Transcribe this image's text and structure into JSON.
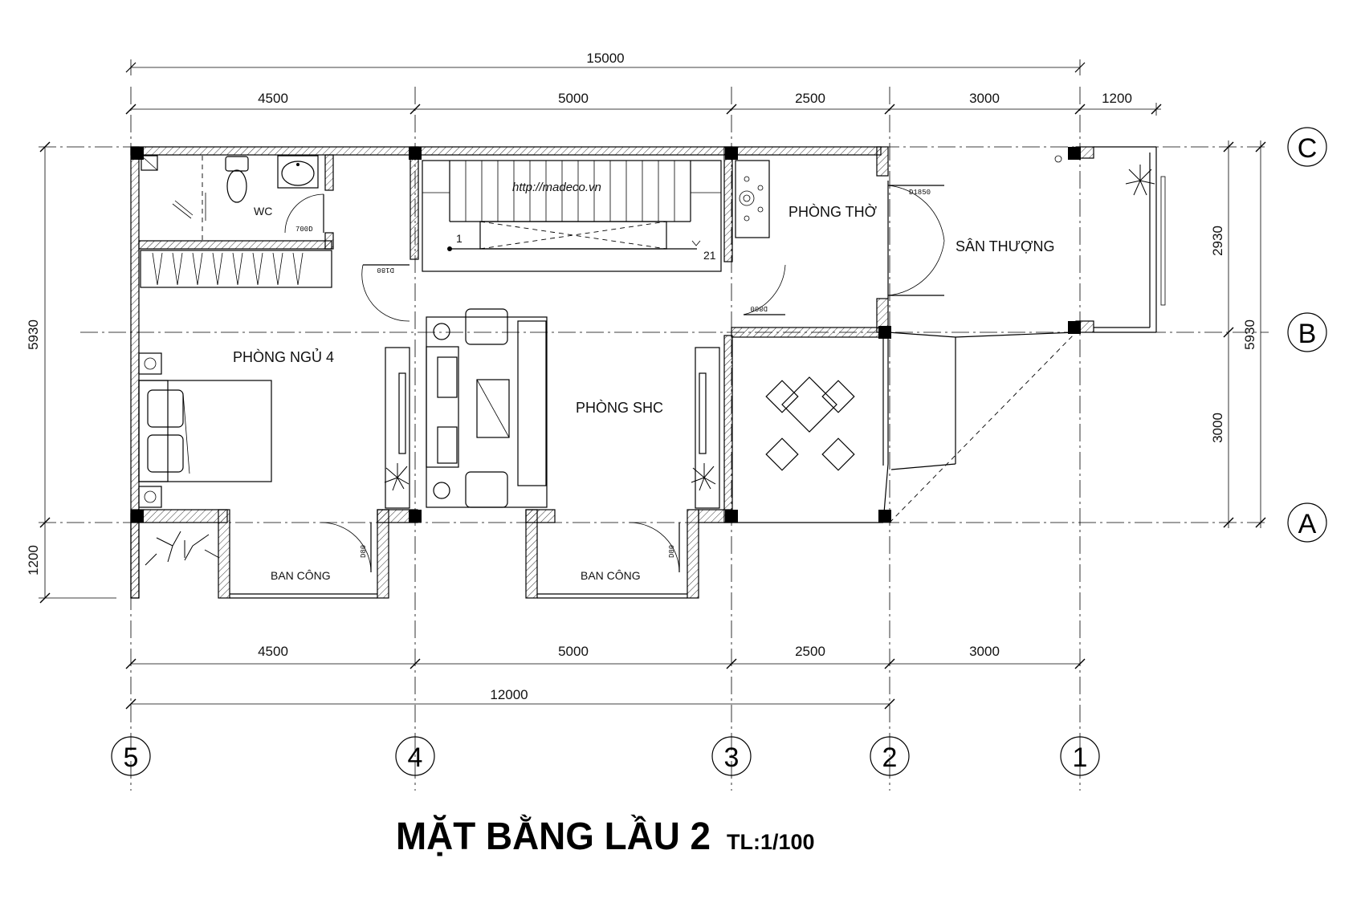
{
  "title": "MẶT BẰNG LẦU 2",
  "scale": "TL:1/100",
  "watermark": "http://madeco.vn",
  "dimensions": {
    "top_total": "15000",
    "top": [
      "4500",
      "5000",
      "2500",
      "3000",
      "1200"
    ],
    "bottom": [
      "4500",
      "5000",
      "2500",
      "3000"
    ],
    "bottom_total": "12000",
    "left_total": "5930",
    "left_balcony": "1200",
    "right_upper": "2930",
    "right_lower": "3000",
    "right_total": "5930"
  },
  "grid_axes": {
    "columns": [
      "5",
      "4",
      "3",
      "2",
      "1"
    ],
    "rows": [
      "C",
      "B",
      "A"
    ]
  },
  "rooms": {
    "wc": "WC",
    "bedroom": "PHÒNG NGỦ 4",
    "living": "PHÒNG SHC",
    "worship": "PHÒNG THỜ",
    "terrace": "SÂN THƯỢNG",
    "balcony_left": "BAN CÔNG",
    "balcony_right": "BAN CÔNG"
  },
  "door_tags": {
    "wc_door": "700D",
    "bedroom_door": "D180",
    "worship_door": "D800",
    "terrace_door": "D1850",
    "balcony_left_door": "D80",
    "balcony_right_door": "D80"
  },
  "stair": {
    "start": "1",
    "end": "21"
  }
}
